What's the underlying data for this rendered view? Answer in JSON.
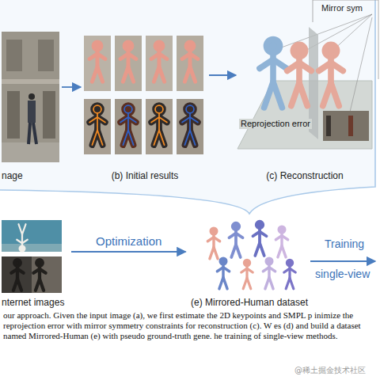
{
  "diagram": {
    "caption": "our approach. Given the input image (a), we first estimate the 2D keypoints and SMPL p inimize the reprojection error with mirror symmetry constraints for reconstruction (c). W es (d) and build a dataset named Mirrored-Human (e) with pseudo ground-truth gene. he training of single-view methods.",
    "nodes": [
      {
        "text": [
          "nage"
        ]
      },
      {
        "text": [
          "(b) Initial results"
        ]
      },
      {
        "text": [
          "(c) Reconstruction"
        ]
      },
      {
        "text": [
          "nternet images"
        ]
      },
      {
        "text": [
          "(e) Mirrored-Human dataset"
        ]
      }
    ],
    "edges": [
      {
        "from": 0,
        "to": 1,
        "arrow": "to"
      },
      {
        "from": 1,
        "to": 2,
        "arrow": "to"
      },
      {
        "from": 3,
        "to": 4,
        "label": "Optimization",
        "arrow": "to"
      }
    ],
    "labels": [
      "Mirror sym",
      "Reprojection error",
      "Training",
      "single-view",
      "@稀土掘金技术社区"
    ]
  }
}
